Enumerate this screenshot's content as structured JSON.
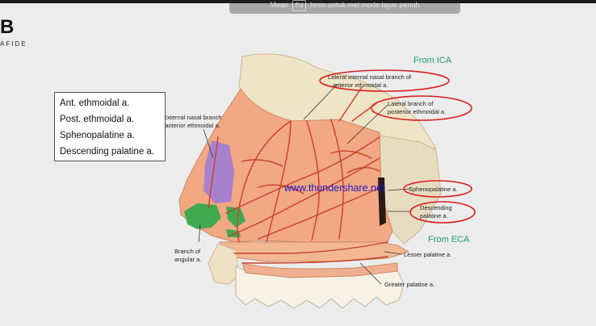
{
  "overlay": {
    "text_left": "Mean",
    "key": "Ed",
    "text_right": "hmin untuk mel mode layar penuh"
  },
  "brand": {
    "mark": "B",
    "sub": "AFIDE"
  },
  "artery_list": [
    "Ant. ethmoidal a.",
    "Post. ethmoidal a.",
    "Sphenopalatine a.",
    "Descending palatine a."
  ],
  "diagram": {
    "header_ica": "From ICA",
    "header_eca": "From ECA",
    "watermark": "www.thundershare.net",
    "labels": {
      "ext_nasal_1": "External nasal branch",
      "ext_nasal_2": "of anterior ethmoidal a.",
      "lat_int_1": "Lateral internal nasal branch of",
      "lat_int_2": "anterior ethmoidal a.",
      "lat_post_1": "Lateral branch of",
      "lat_post_2": "posterior ethmoidal a.",
      "spheno": "Sphenopalatine a.",
      "desc_1": "Descending",
      "desc_2": "palatine a.",
      "angular_1": "Branch of",
      "angular_2": "angular a.",
      "lesser": "Lesser palatine a.",
      "greater": "Greater palatine a."
    },
    "colors": {
      "artery": "#c8402a",
      "tissue": "#f2a882",
      "bone": "#efe4c6",
      "highlight": "#d82020",
      "green": "#2ea84a",
      "purple": "#9a7ad8"
    }
  }
}
